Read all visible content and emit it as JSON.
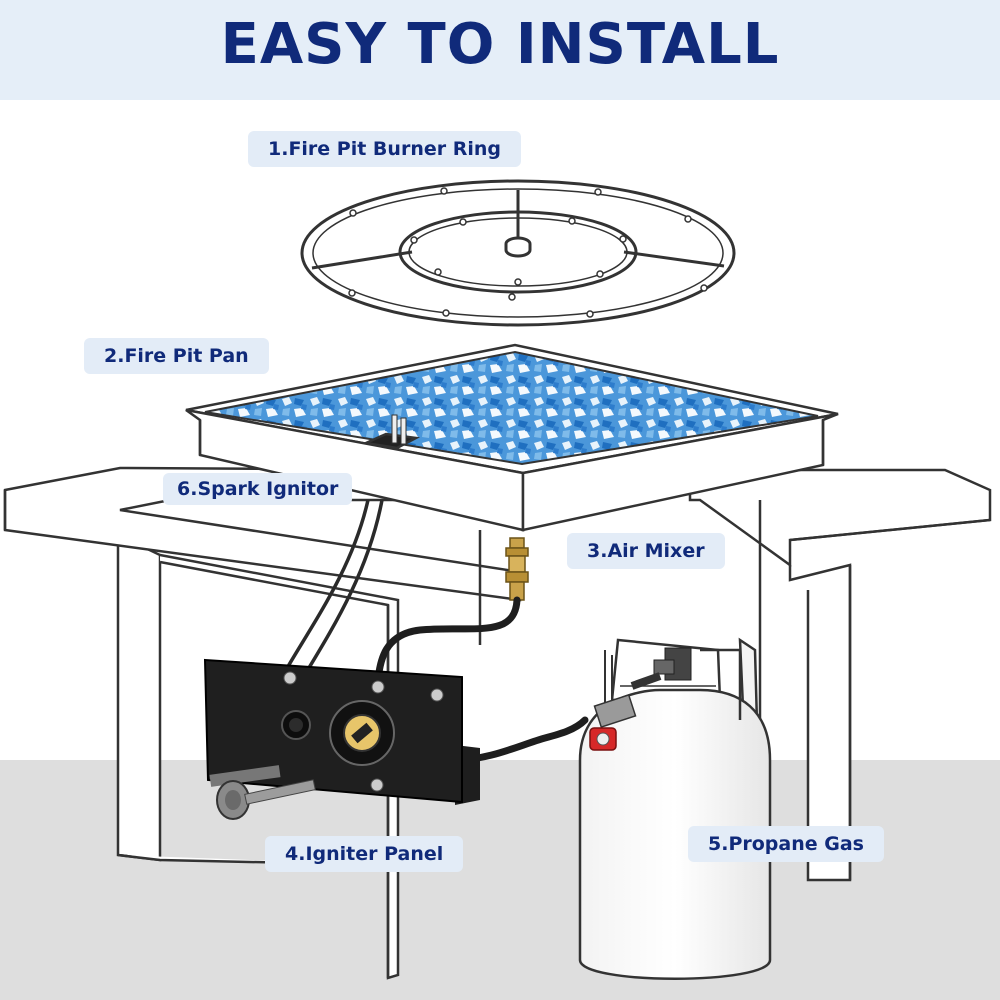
{
  "title": "EASY TO INSTALL",
  "labels": {
    "burner_ring": "1.Fire Pit Burner Ring",
    "pan": "2.Fire Pit Pan",
    "air_mixer": "3.Air Mixer",
    "igniter_panel": "4.Igniter Panel",
    "propane_gas": "5.Propane Gas",
    "spark_ignitor": "6.Spark Ignitor"
  },
  "colors": {
    "title": "#102a7a",
    "header_band": "#e5eef8",
    "callout_bg": "#e3ecf7",
    "floor": "#dedede",
    "glass_blue": "#3d8fd6",
    "valve_red": "#d62828",
    "brass": "#c9a24a"
  }
}
